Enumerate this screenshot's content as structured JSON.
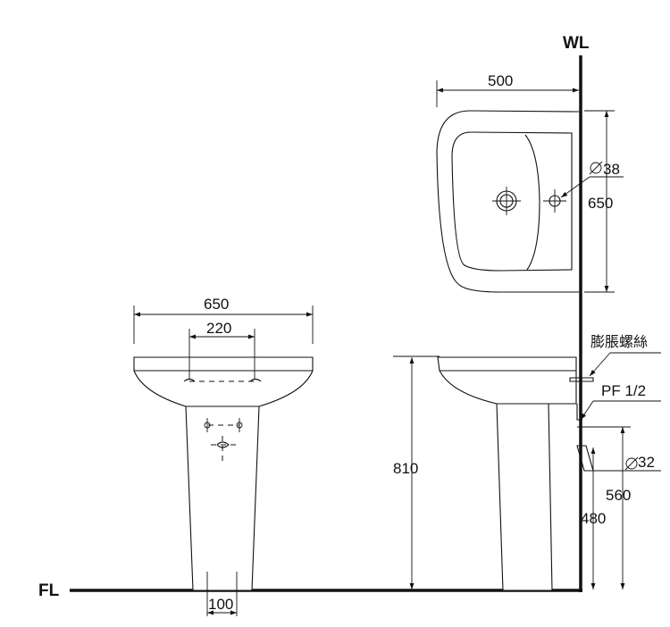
{
  "labels": {
    "wall": "WL",
    "floor": "FL",
    "top_width": "500",
    "top_depth": "650",
    "drain_hole": "38",
    "front_width": "650",
    "faucet_spacing": "220",
    "pedestal_base": "100",
    "height_total": "810",
    "anchor_bolt": "膨脹螺絲",
    "supply_thread": "PF 1/2",
    "waste_dia": "32",
    "supply_height": "560",
    "waste_height": "480"
  },
  "colors": {
    "ink": "#111111",
    "paper": "#ffffff"
  }
}
